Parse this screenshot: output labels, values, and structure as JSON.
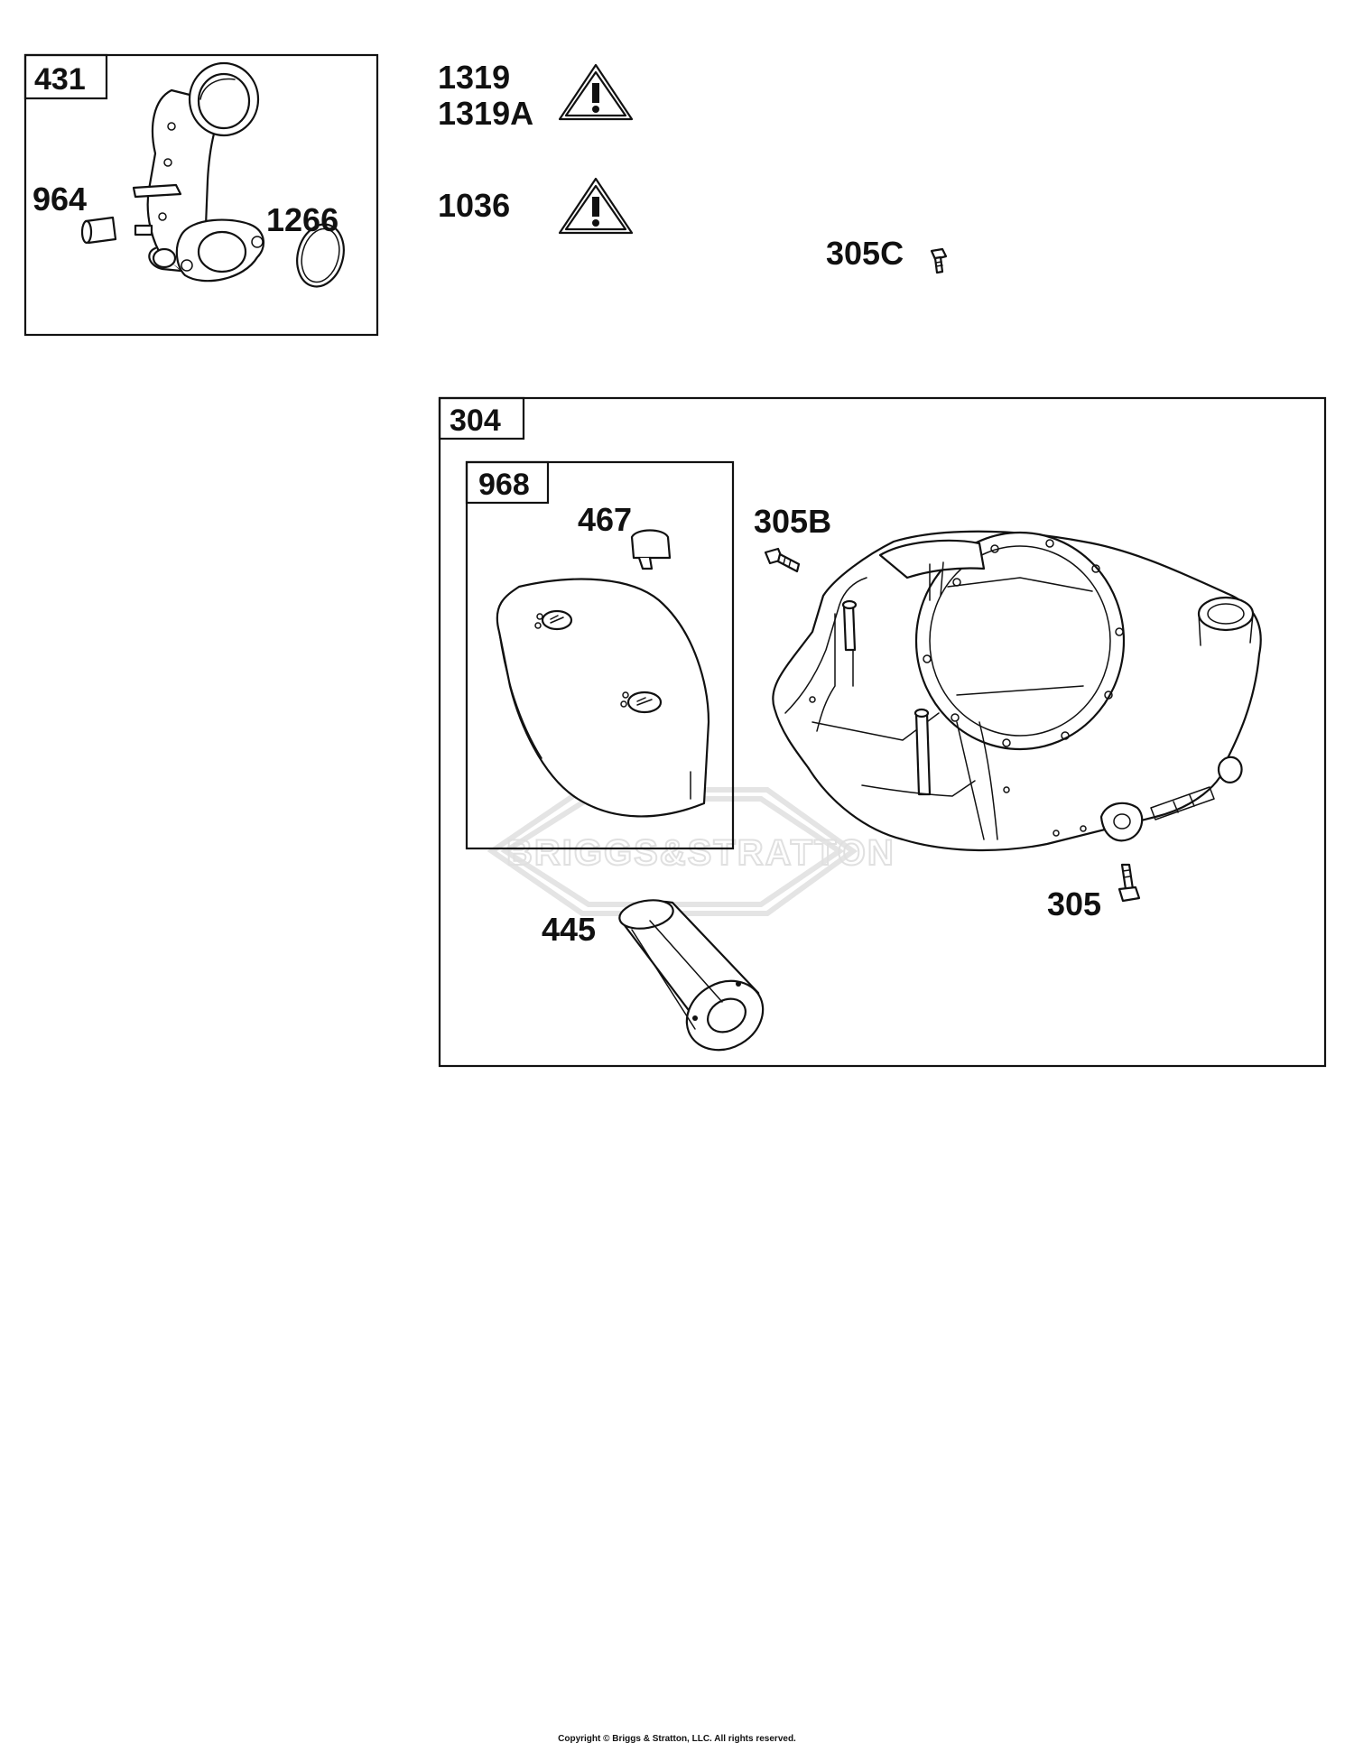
{
  "boxes": {
    "b431": "431",
    "b304": "304",
    "b968": "968"
  },
  "parts": {
    "p964": "964",
    "p1266": "1266",
    "p1319": "1319",
    "p1319A": "1319A",
    "p1036": "1036",
    "p305C": "305C",
    "p467": "467",
    "p305B": "305B",
    "p445": "445",
    "p305": "305"
  },
  "watermark": "BRIGGS&STRATTON",
  "copyright": "Copyright © Briggs & Stratton, LLC. All rights reserved.",
  "colors": {
    "line": "#111111",
    "watermark": "#e4e4e4"
  }
}
